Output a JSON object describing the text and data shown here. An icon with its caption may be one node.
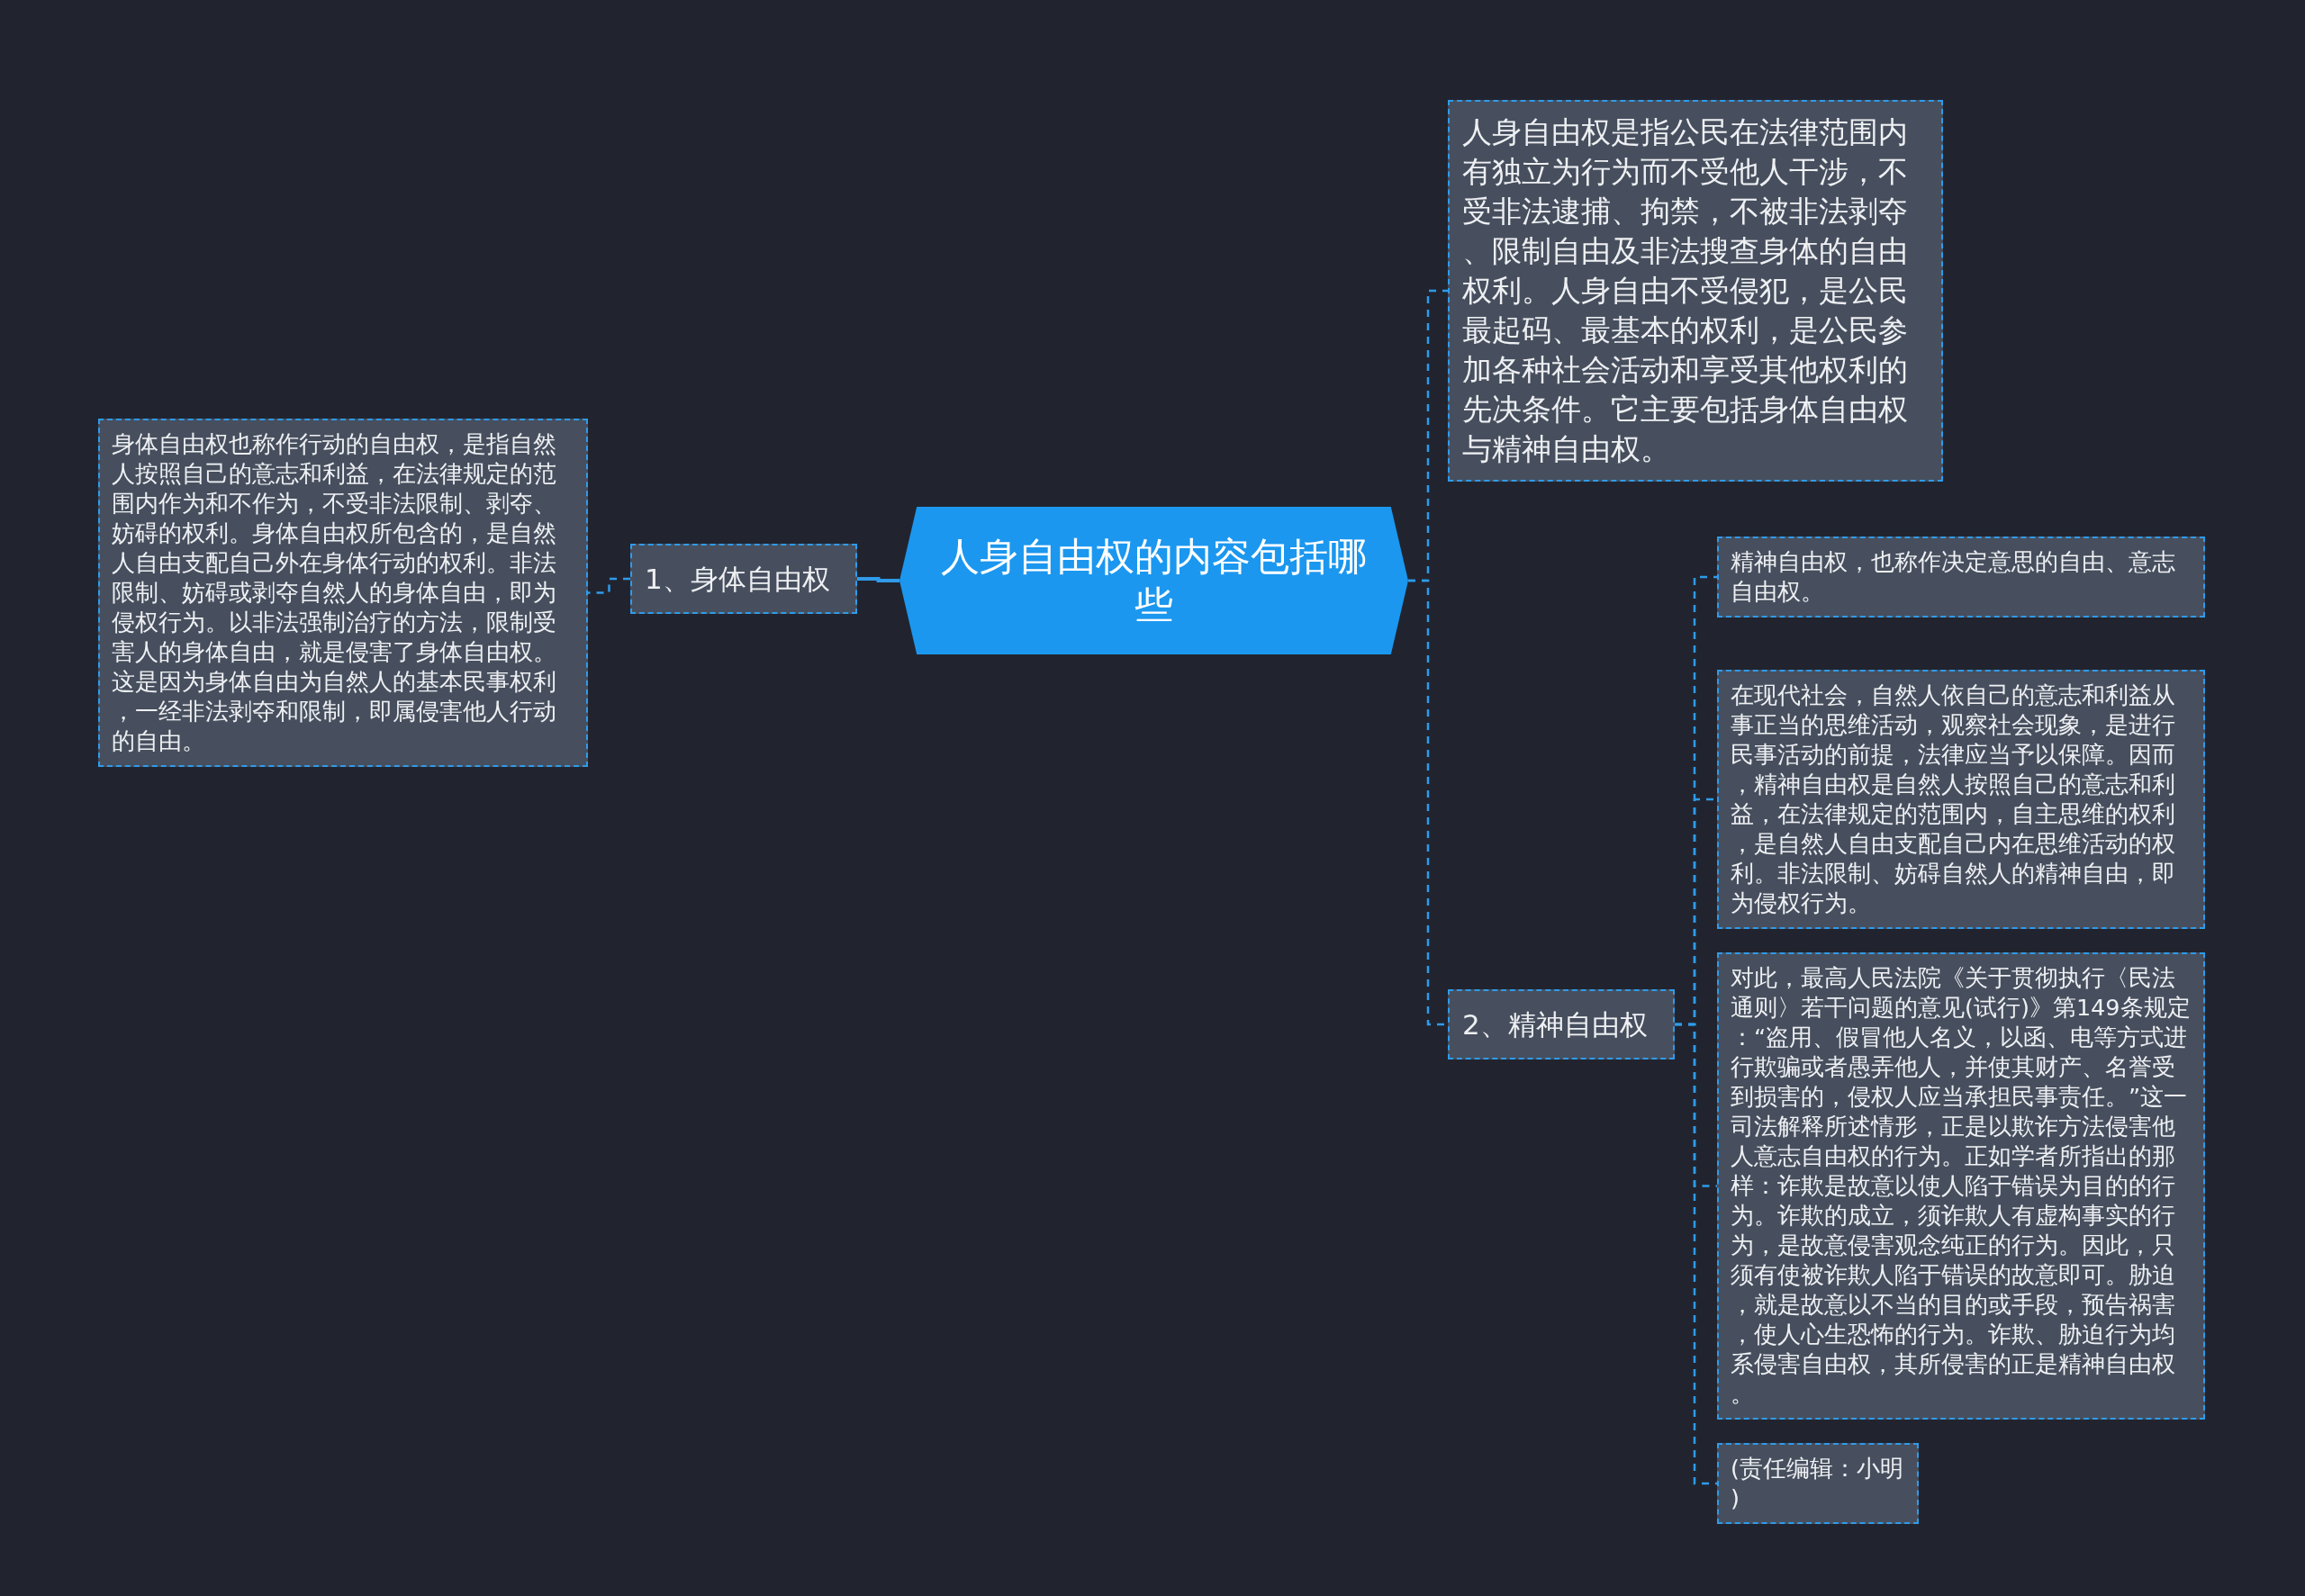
{
  "diagram": {
    "nodes": [
      {
        "text": [
          "人身自由权的内容包括哪些"
        ]
      },
      {
        "text": [
          "1、身体自由权"
        ]
      },
      {
        "text": [
          "身体自由权也称作行动的自由权，是指自然人按照自己的意志和利益，在法律规定的范围内作为和不作为，不受非法限制、剥夺、妨碍的权利。身体自由权所包含的，是自然人自由支配自己外在身体行动的权利。非法限制、妨碍或剥夺自然人的身体自由，即为侵权行为。以非法强制治疗的方法，限制受害人的身体自由，就是侵害了身体自由权。这是因为身体自由为自然人的基本民事权利，一经非法剥夺和限制，即属侵害他人行动的自由。"
        ]
      },
      {
        "text": [
          "人身自由权是指公民在法律范围内有独立为行为而不受他人干涉，不受非法逮捕、拘禁，不被非法剥夺、限制自由及非法搜查身体的自由权利。人身自由不受侵犯，是公民最起码、最基本的权利，是公民参加各种社会活动和享受其他权利的先决条件。它主要包括身体自由权与精神自由权。"
        ]
      },
      {
        "text": [
          "2、精神自由权"
        ]
      },
      {
        "text": [
          "精神自由权，也称作决定意思的自由、意志自由权。"
        ]
      },
      {
        "text": [
          "在现代社会，自然人依自己的意志和利益从事正当的思维活动，观察社会现象，是进行民事活动的前提，法律应当予以保障。因而，精神自由权是自然人按照自己的意志和利益，在法律规定的范围内，自主思维的权利，是自然人自由支配自己内在思维活动的权利。非法限制、妨碍自然人的精神自由，即为侵权行为。"
        ]
      },
      {
        "text": [
          "对此，最高人民法院《关于贯彻执行〈民法通则〉若干问题的意见(试行)》第149条规定：“盗用、假冒他人名义，以函、电等方式进行欺骗或者愚弄他人，并使其财产、名誉受到损害的，侵权人应当承担民事责任。”这一司法解释所述情形，正是以欺诈方法侵害他人意志自由权的行为。正如学者所指出的那样：诈欺是故意以使人陷于错误为目的的行为。诈欺的成立，须诈欺人有虚构事实的行为，是故意侵害观念纯正的行为。因此，只须有使被诈欺人陷于错误的故意即可。胁迫，就是故意以不当的目的或手段，预告祸害，使人心生恐怖的行为。诈欺、胁迫行为均系侵害自由权，其所侵害的正是精神自由权。"
        ]
      },
      {
        "text": [
          "(责任编辑：小明)"
        ]
      }
    ],
    "edges": [
      {
        "from": 0,
        "to": 1,
        "arrow": "none"
      },
      {
        "from": 1,
        "to": 2,
        "arrow": "none",
        "style": "dashed"
      },
      {
        "from": 0,
        "to": 3,
        "arrow": "none",
        "style": "dashed"
      },
      {
        "from": 0,
        "to": 4,
        "arrow": "none",
        "style": "dashed"
      },
      {
        "from": 4,
        "to": 5,
        "arrow": "none",
        "style": "dashed"
      },
      {
        "from": 4,
        "to": 6,
        "arrow": "none",
        "style": "dashed"
      },
      {
        "from": 4,
        "to": 7,
        "arrow": "none",
        "style": "dashed"
      },
      {
        "from": 4,
        "to": 8,
        "arrow": "none",
        "style": "dashed"
      }
    ]
  }
}
